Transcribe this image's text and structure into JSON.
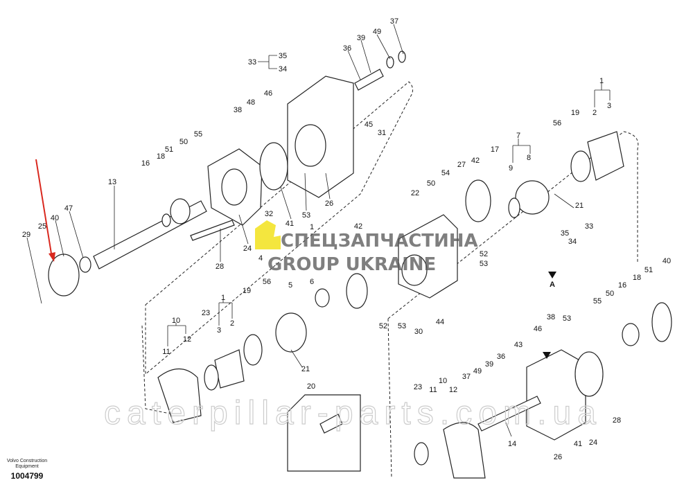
{
  "diagram": {
    "callouts": [
      "37",
      "49",
      "39",
      "36",
      "35",
      "33",
      "34",
      "46",
      "48",
      "38",
      "45",
      "31",
      "55",
      "50",
      "51",
      "18",
      "16",
      "13",
      "47",
      "40",
      "25",
      "29",
      "28",
      "24",
      "32",
      "41",
      "53",
      "26",
      "1",
      "2",
      "3",
      "19",
      "56",
      "7",
      "9",
      "8",
      "17",
      "42",
      "27",
      "54",
      "50",
      "22",
      "21",
      "35",
      "33",
      "34",
      "A",
      "52",
      "53",
      "42",
      "1",
      "4",
      "5",
      "6",
      "56",
      "19",
      "52",
      "53",
      "30",
      "44",
      "21",
      "1",
      "3",
      "2",
      "23",
      "10",
      "12",
      "11",
      "20",
      "40",
      "51",
      "18",
      "16",
      "50",
      "55",
      "53",
      "38",
      "46",
      "43",
      "36",
      "39",
      "49",
      "37",
      "10",
      "11",
      "12",
      "23",
      "14",
      "26",
      "41",
      "24",
      "28"
    ],
    "highlight_arrow_color": "#d9281e"
  },
  "watermarks": {
    "logo_line1": "СПЕЦЗАПЧАСТИНА",
    "logo_line2": "GROUP UKRAINE",
    "logo_color": "#f2e21c",
    "site": "caterpillar-parts.com.ua"
  },
  "footer": {
    "brand": "Volvo Construction Equipment",
    "part_number": "1004799"
  }
}
